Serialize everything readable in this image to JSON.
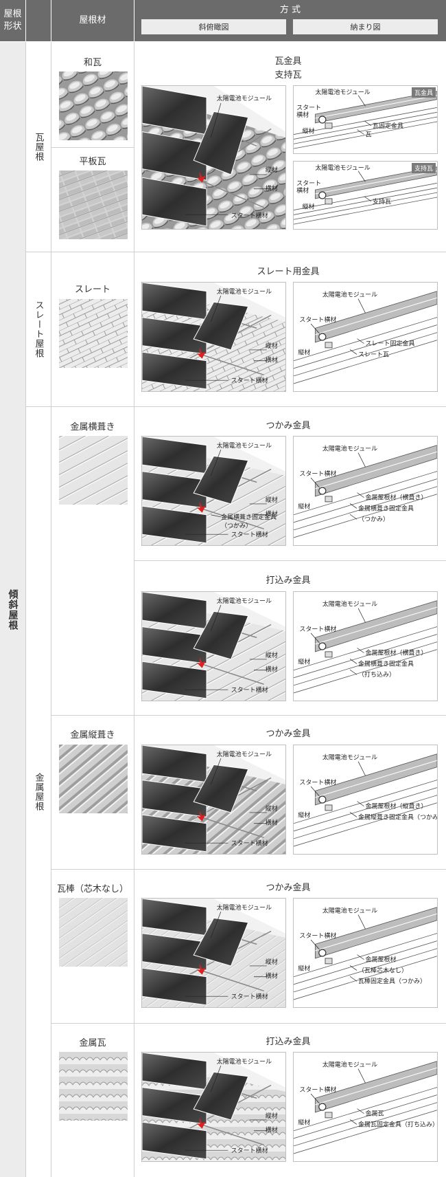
{
  "header": {
    "roof_shape": "屋根\n形状",
    "roof_material": "屋根材",
    "method": "方 式",
    "perspective": "斜俯瞰図",
    "detail": "納まり図"
  },
  "roof_shape_label": "傾斜屋根",
  "labels": {
    "module": "太陽電池モジュール",
    "start_rail": "スタート横材",
    "start_rail_2l": "スタート\n横材",
    "vertical_rail": "縦材",
    "horizontal_rail": "横材"
  },
  "groups": [
    {
      "name": "瓦屋根",
      "materials": [
        {
          "name": "和瓦"
        },
        {
          "name": "平板瓦"
        }
      ],
      "method_title_1": "瓦金具",
      "method_title_2": "支持瓦",
      "details": [
        {
          "tag": "瓦金具",
          "labels": [
            "瓦固定金具",
            "瓦"
          ]
        },
        {
          "tag": "支持瓦",
          "labels": [
            "支持瓦"
          ]
        }
      ]
    },
    {
      "name": "スレート屋根",
      "materials": [
        {
          "name": "スレート"
        }
      ],
      "method_title_1": "スレート用金具",
      "details": [
        {
          "labels": [
            "スレート固定金具",
            "スレート瓦"
          ]
        }
      ]
    },
    {
      "name": "金属屋根",
      "materials": [
        {
          "name": "金属横葺き"
        },
        {
          "name": "金属縦葺き"
        },
        {
          "name": "瓦棒（芯木なし）"
        },
        {
          "name": "金属瓦"
        }
      ],
      "rows": [
        {
          "method": "つかみ金具",
          "persp_extra": [
            "金属横葺き固定金具",
            "（つかみ）"
          ],
          "detail_labels": [
            "金属屋根材（横葺き）",
            "金属横葺き固定金具",
            "（つかみ）"
          ]
        },
        {
          "method": "打込み金具",
          "detail_labels": [
            "金属屋根材（横葺き）",
            "金属横葺き固定金具",
            "（打ち込み）"
          ]
        },
        {
          "method": "つかみ金具",
          "detail_labels": [
            "金属屋根材（縦葺き）",
            "金属縦葺き固定金具（つかみ）"
          ]
        },
        {
          "method": "つかみ金具",
          "detail_labels": [
            "金属屋根材",
            "（瓦棒芯木なし）",
            "瓦棒固定金具（つかみ）"
          ]
        },
        {
          "method": "打込み金具",
          "detail_labels": [
            "金属瓦",
            "金属瓦固定金具（打ち込み）"
          ]
        }
      ]
    }
  ],
  "colors": {
    "header": "#6b6b6b",
    "side": "#ececec",
    "arrow": "#e02020"
  }
}
